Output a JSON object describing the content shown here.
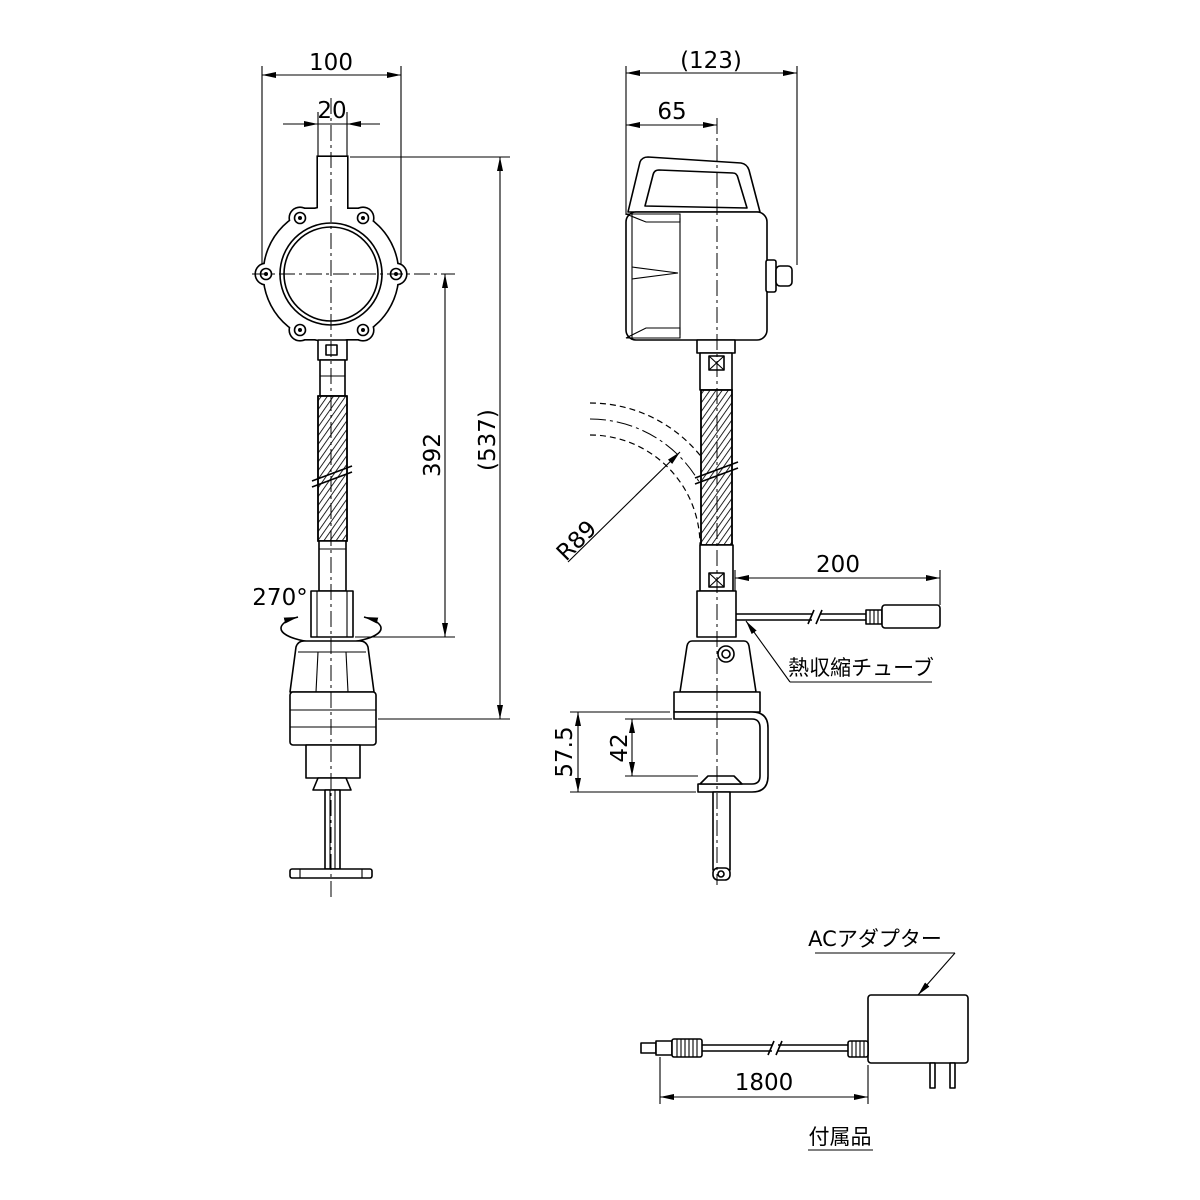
{
  "front_view": {
    "dim_width": "100",
    "dim_stem": "20",
    "dim_arm": "392",
    "dim_total_height": "(537)",
    "rotation": "270°"
  },
  "side_view": {
    "dim_depth": "(123)",
    "dim_offset": "65",
    "bend_radius": "R89",
    "cable_length": "200",
    "tube_label": "熱収縮チューブ",
    "clamp_max": "57.5",
    "clamp_min": "42"
  },
  "accessory": {
    "adapter_label": "ACアダプター",
    "cord_length": "1800",
    "section_title": "付属品"
  }
}
